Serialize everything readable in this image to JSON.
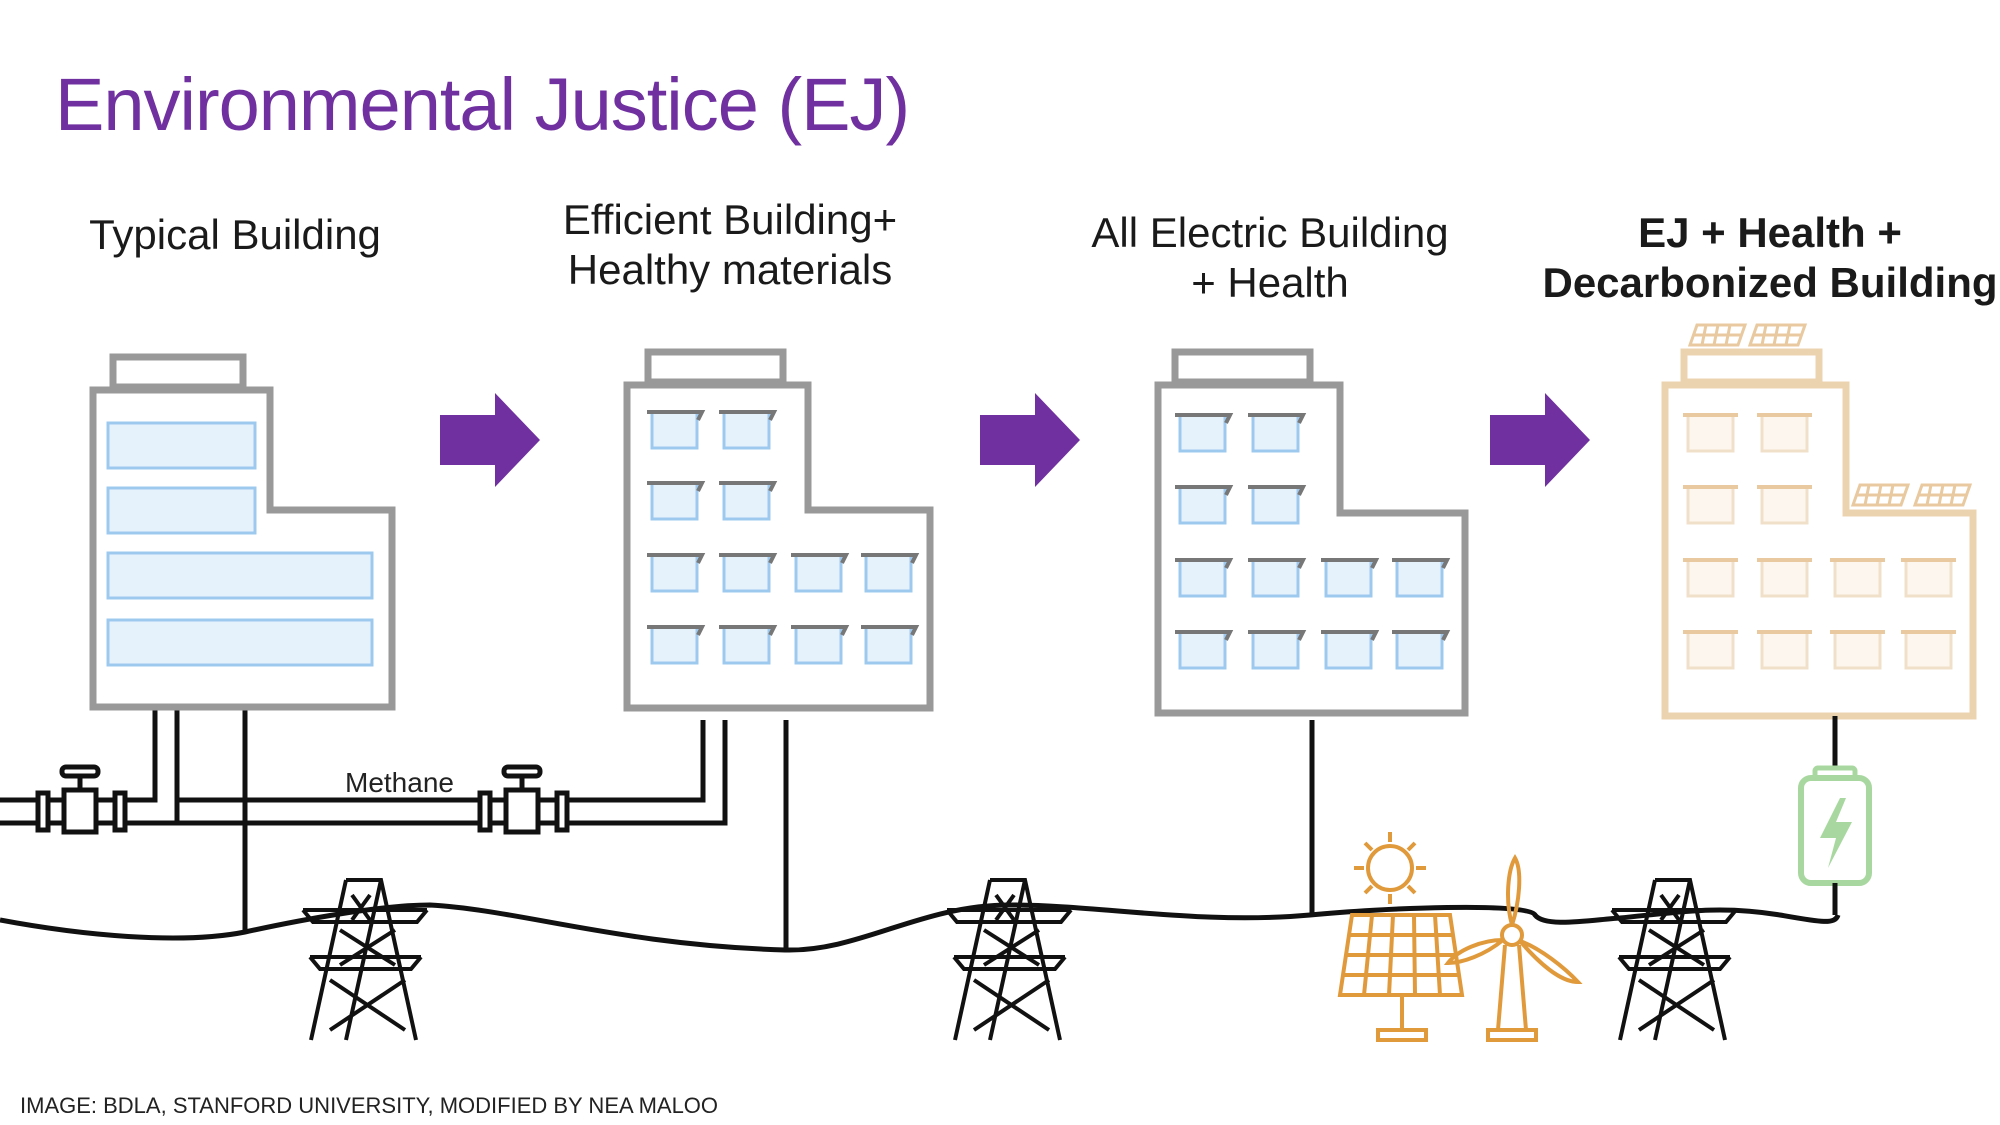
{
  "title": "Environmental Justice (EJ)",
  "stages": [
    {
      "line1": "Typical Building",
      "line2": ""
    },
    {
      "line1": "Efficient Building+",
      "line2": "Healthy materials"
    },
    {
      "line1": "All Electric Building",
      "line2": "+ Health"
    },
    {
      "line1": "EJ + Health +",
      "line2": "Decarbonized Building"
    }
  ],
  "pipe_label": "Methane",
  "credit": "IMAGE: BDLA, STANFORD UNIVERSITY, MODIFIED BY NEA MALOO",
  "colors": {
    "title": "#7030a0",
    "arrow": "#7030a0",
    "building_outline": "#999999",
    "window_fill": "#e5f1fb",
    "window_stroke": "#9ec9ef",
    "decarbonized_outline": "#ecd3b0",
    "renewables": "#e09a3c",
    "battery": "#a8d8a0"
  },
  "icons": [
    "arrow-right-icon",
    "valve-icon",
    "transmission-tower-icon",
    "sun-icon",
    "solar-panel-icon",
    "wind-turbine-icon",
    "battery-icon"
  ]
}
